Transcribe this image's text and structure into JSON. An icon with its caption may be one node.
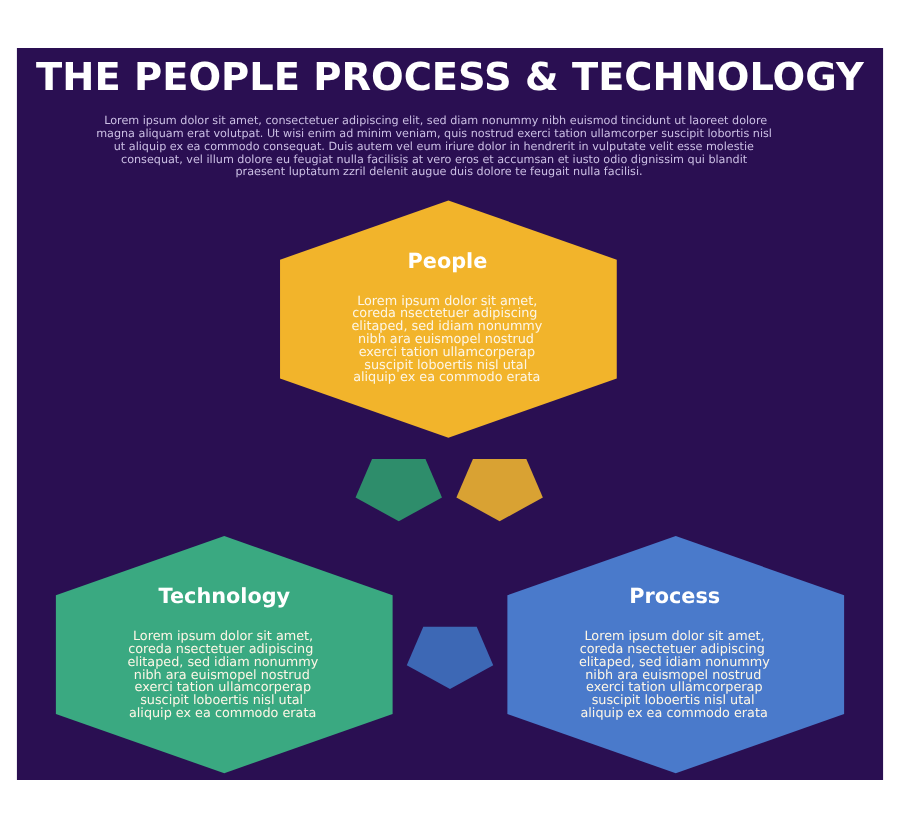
{
  "diagram": {
    "title": "THE PEOPLE PROCESS & TECHNOLOGY",
    "nodes": [
      {
        "text": [
          "People",
          "Lorem ipsum dolor sit amet, coreda nsectetuer adipiscing elitaped, sed idiam nonummy nibh ara euismopel nostrud exerci tation ullamcorperap suscipit loboertis nisl utal aliquip ex ea commodo erata"
        ]
      },
      {
        "text": [],
        "shape": "pentagon"
      },
      {
        "text": [],
        "shape": "pentagon"
      },
      {
        "text": [
          "Technology",
          "Lorem ipsum dolor sit amet, coreda nsectetuer adipiscing elitaped, sed idiam nonummy nibh ara euismopel nostrud exerci tation ullamcorperap suscipit loboertis nisl utal aliquip ex ea commodo erata"
        ]
      },
      {
        "text": [],
        "shape": "pentagon"
      },
      {
        "text": [
          "Process",
          "Lorem ipsum dolor sit amet, coreda nsectetuer adipiscing elitaped, sed idiam nonummy nibh ara euismopel nostrud exerci tation ullamcorperap suscipit loboertis nisl utal aliquip ex ea commodo erata"
        ]
      }
    ],
    "labels": [
      "Lorem ipsum dolor sit amet, consectetuer adipiscing elit, sed diam nonummy nibh euismod tincidunt ut laoreet dolore magna aliquam erat volutpat. Ut wisi enim ad minim veniam, quis nostrud exerci tation ullamcorper suscipit lobortis nisl ut aliquip ex ea commodo consequat. Duis autem vel eum iriure dolor in hendrerit in vulputate velit esse molestie consequat, vel illum dolore eu feugiat nulla facilisis at vero eros et accumsan et iusto odio dignissim qui blandit praesent luptatum zzril delenit augue duis dolore te feugait nulla facilisi."
    ]
  }
}
